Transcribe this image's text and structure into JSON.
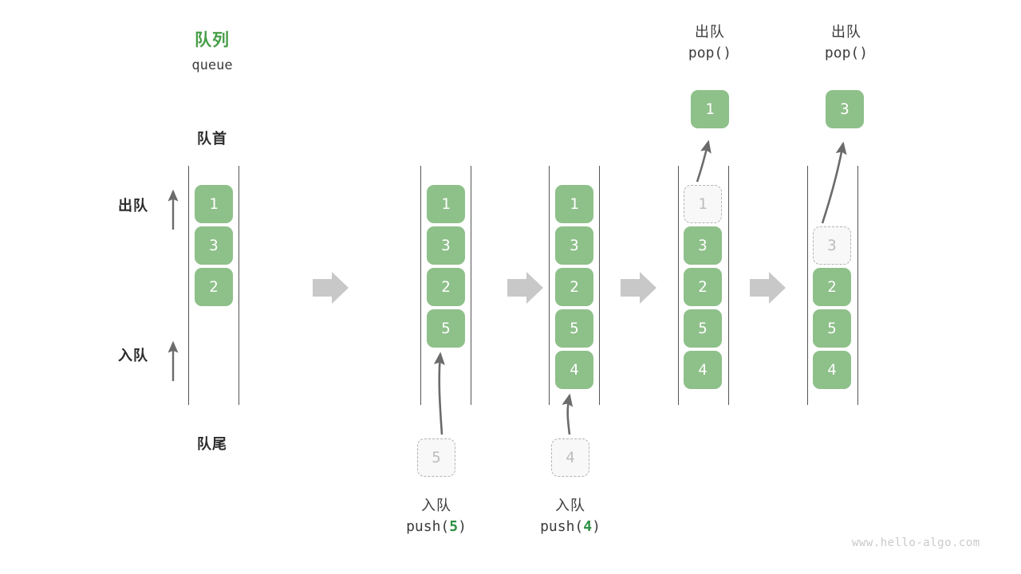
{
  "diagram": {
    "title_cn": "队列",
    "title_en": "queue",
    "front_label": "队首",
    "rear_label": "队尾",
    "dequeue_label": "出队",
    "enqueue_label": "入队",
    "watermark": "www.hello-algo.com",
    "colors": {
      "accent_green": "#479e48",
      "cell_green": "#8ec08a",
      "ghost_fill": "#f8f8f8",
      "ghost_border": "#b4b4b4",
      "rail": "#555555",
      "arrow_gray": "#6b6b6b",
      "transition_arrow": "#c8c8c8",
      "text": "#3c3c3c",
      "watermark": "#c9c9c9"
    }
  },
  "steps": [
    {
      "id": "initial",
      "op_cn": "",
      "op_code_pre": "",
      "op_arg": "",
      "op_code_post": "",
      "cells": [
        {
          "value": "1",
          "state": "filled"
        },
        {
          "value": "3",
          "state": "filled"
        },
        {
          "value": "2",
          "state": "filled"
        }
      ],
      "incoming": null,
      "popped": null
    },
    {
      "id": "push-5",
      "op_cn": "入队",
      "op_code_pre": "push(",
      "op_arg": "5",
      "op_code_post": ")",
      "cells": [
        {
          "value": "1",
          "state": "filled"
        },
        {
          "value": "3",
          "state": "filled"
        },
        {
          "value": "2",
          "state": "filled"
        },
        {
          "value": "5",
          "state": "filled"
        }
      ],
      "incoming": {
        "value": "5",
        "state": "ghost"
      },
      "popped": null
    },
    {
      "id": "push-4",
      "op_cn": "入队",
      "op_code_pre": "push(",
      "op_arg": "4",
      "op_code_post": ")",
      "cells": [
        {
          "value": "1",
          "state": "filled"
        },
        {
          "value": "3",
          "state": "filled"
        },
        {
          "value": "2",
          "state": "filled"
        },
        {
          "value": "5",
          "state": "filled"
        },
        {
          "value": "4",
          "state": "filled"
        }
      ],
      "incoming": {
        "value": "4",
        "state": "ghost"
      },
      "popped": null
    },
    {
      "id": "pop-1",
      "op_cn": "出队",
      "op_code_pre": "pop(",
      "op_arg": "",
      "op_code_post": ")",
      "cells": [
        {
          "value": "1",
          "state": "ghost"
        },
        {
          "value": "3",
          "state": "filled"
        },
        {
          "value": "2",
          "state": "filled"
        },
        {
          "value": "5",
          "state": "filled"
        },
        {
          "value": "4",
          "state": "filled"
        }
      ],
      "incoming": null,
      "popped": {
        "value": "1",
        "state": "filled"
      }
    },
    {
      "id": "pop-3",
      "op_cn": "出队",
      "op_code_pre": "pop(",
      "op_arg": "",
      "op_code_post": ")",
      "cells": [
        {
          "value": "",
          "state": "empty"
        },
        {
          "value": "3",
          "state": "ghost"
        },
        {
          "value": "2",
          "state": "filled"
        },
        {
          "value": "5",
          "state": "filled"
        },
        {
          "value": "4",
          "state": "filled"
        }
      ],
      "incoming": null,
      "popped": {
        "value": "3",
        "state": "filled"
      }
    }
  ]
}
